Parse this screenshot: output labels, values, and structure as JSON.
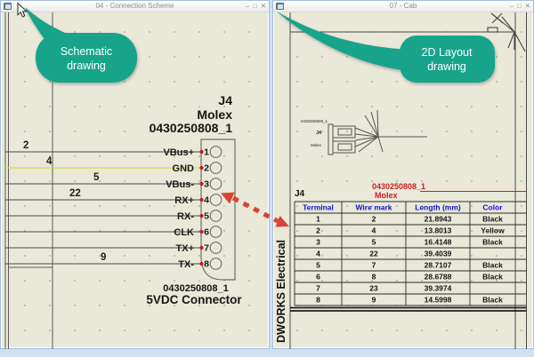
{
  "chrome": {
    "minimize": "–",
    "maximize": "□",
    "close": "✕"
  },
  "left_window": {
    "title": "04 - Connection Scheme",
    "callout": {
      "line1": "Schematic",
      "line2": "drawing"
    },
    "schematic": {
      "component_ref": "J4",
      "manufacturer": "Molex",
      "part_number": "0430250808_1",
      "footer_part_number": "0430250808_1",
      "footer_description": "5VDC Connector",
      "pins": [
        {
          "number": "1",
          "label": "VBus+"
        },
        {
          "number": "2",
          "label": "GND"
        },
        {
          "number": "3",
          "label": "VBus-"
        },
        {
          "number": "4",
          "label": "RX+"
        },
        {
          "number": "5",
          "label": "RX-"
        },
        {
          "number": "6",
          "label": "CLK"
        },
        {
          "number": "7",
          "label": "TX+"
        },
        {
          "number": "8",
          "label": "TX-"
        }
      ],
      "wire_marks": [
        "2",
        "4",
        "5",
        "22",
        "9"
      ]
    }
  },
  "right_window": {
    "title": "07 - Cab",
    "callout": {
      "line1": "2D Layout",
      "line2": "drawing"
    },
    "watermark": "DWORKS Electrical",
    "footprint_labels": {
      "part_number": "0430250808_1",
      "component_ref": "J4",
      "manufacturer": "Molex"
    },
    "table_labels": {
      "component_ref": "J4",
      "part_number": "0430250808_1",
      "manufacturer": "Molex"
    },
    "table": {
      "headers": [
        "Terminal",
        "Wire mark",
        "Length (mm)",
        "Color"
      ],
      "rows": [
        [
          "1",
          "2",
          "21.8943",
          "Black"
        ],
        [
          "2",
          "4",
          "13.8013",
          "Yellow"
        ],
        [
          "3",
          "5",
          "16.4148",
          "Black"
        ],
        [
          "4",
          "22",
          "39.4039",
          ""
        ],
        [
          "5",
          "7",
          "28.7107",
          "Black"
        ],
        [
          "6",
          "8",
          "28.6788",
          "Black"
        ],
        [
          "7",
          "23",
          "39.3974",
          ""
        ],
        [
          "8",
          "9",
          "14.5998",
          "Black"
        ]
      ]
    }
  },
  "colors": {
    "callout_teal": "#17a48b",
    "arrow_red": "#d94334",
    "wire_yellow": "#dfdb3c",
    "table_header_blue": "#1414cc",
    "part_red": "#c62222",
    "canvas_cream": "#e9e8d9"
  }
}
